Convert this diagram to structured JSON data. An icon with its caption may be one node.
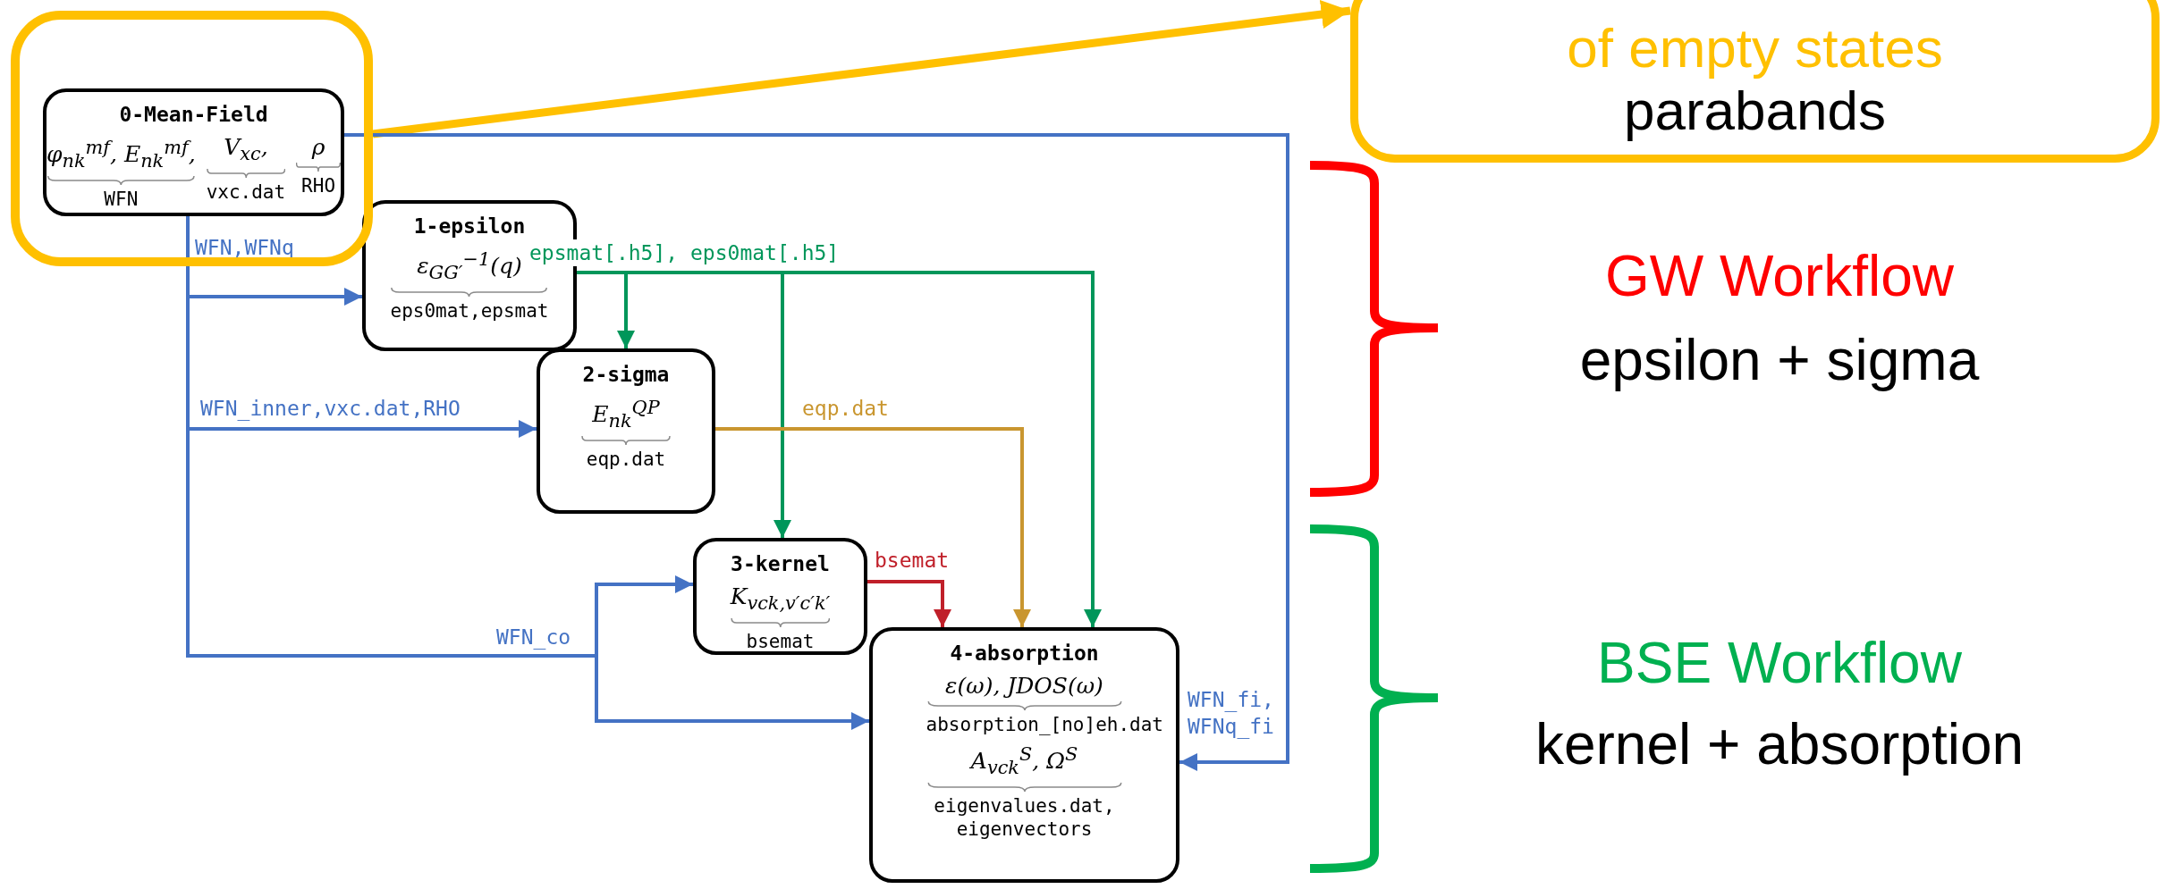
{
  "diagram": {
    "nodes": [
      {
        "text": [],
        "shape": "box"
      },
      {
        "text": [
          "0-Mean-Field",
          "φ$_{nk}$$^{mf}$, E$_{nk}$$^{mf}$,",
          "V$_{xc}$,",
          "ρ",
          "WFN",
          "vxc.dat",
          "RHO"
        ],
        "in": 0
      },
      {
        "text": [
          "of empty states",
          "parabands"
        ]
      },
      {
        "text": [
          "1-epsilon",
          "ε$_{GG′}$$^{−1}$(q)",
          "eps0mat,epsmat"
        ]
      },
      {
        "text": [
          "2-sigma",
          "E$_{nk}$$^{QP}$",
          "eqp.dat"
        ]
      },
      {
        "text": [
          "3-kernel",
          "K$_{vck,v′c′k′}$",
          "bsemat"
        ]
      },
      {
        "text": [
          "4-absorption",
          "ε(ω), JDOS(ω)",
          "absorption_[no]eh.dat",
          "A$_{vck}$$^{S}$, Ω$^{S}$",
          "eigenvalues.dat, eigenvectors"
        ]
      }
    ],
    "edges": [
      {
        "from": 0,
        "to": 2,
        "arrow": "to",
        "style": "thick",
        "color": "#ffc000"
      },
      {
        "from": 1,
        "to": 3,
        "arrow": "to",
        "label": "WFN,WFNq"
      },
      {
        "from": 1,
        "to": 4,
        "arrow": "to",
        "label": "WFN_inner,vxc.dat,RHO"
      },
      {
        "from": 1,
        "to": 5,
        "arrow": "to",
        "label": "WFN_co"
      },
      {
        "from": 1,
        "to": 6,
        "arrow": "to"
      },
      {
        "from": 1,
        "to": 6,
        "arrow": "to",
        "label": "WFN_fi, WFNq_fi"
      },
      {
        "from": 3,
        "to": 4,
        "arrow": "to",
        "label": "epsmat[.h5], eps0mat[.h5]",
        "color": "#00965a"
      },
      {
        "from": 3,
        "to": 5,
        "arrow": "to",
        "color": "#00965a"
      },
      {
        "from": 3,
        "to": 6,
        "arrow": "to",
        "color": "#00965a"
      },
      {
        "from": 4,
        "to": 6,
        "arrow": "to",
        "label": "eqp.dat",
        "color": "#c9962f"
      },
      {
        "from": 5,
        "to": 6,
        "arrow": "to",
        "label": "bsemat",
        "color": "#c0202a"
      }
    ],
    "labels": [
      "GW Workflow",
      "epsilon + sigma",
      "BSE Workflow",
      "kernel + absorption"
    ]
  }
}
